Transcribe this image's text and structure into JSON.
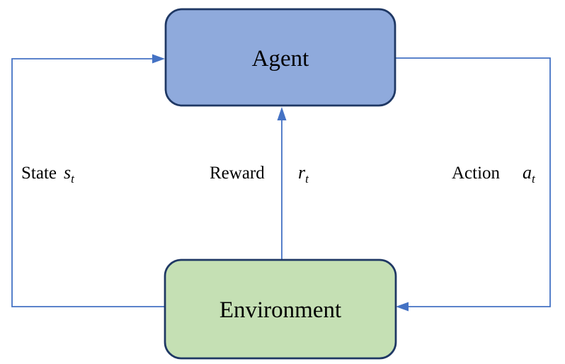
{
  "diagram": {
    "type": "flow-diagram",
    "topic": "reinforcement-learning-loop",
    "nodes": {
      "agent": {
        "label": "Agent"
      },
      "environment": {
        "label": "Environment"
      }
    },
    "edges": {
      "state": {
        "label": "State",
        "var": "s",
        "sub": "t",
        "from": "environment",
        "to": "agent"
      },
      "reward": {
        "label": "Reward",
        "var": "r",
        "sub": "t",
        "from": "environment",
        "to": "agent"
      },
      "action": {
        "label": "Action",
        "var": "a",
        "sub": "t",
        "from": "agent",
        "to": "environment"
      }
    },
    "colors": {
      "agent_fill": "#8FAADC",
      "environment_fill": "#C5E0B4",
      "node_border": "#1F3864",
      "arrow": "#4472C4",
      "text": "#000000",
      "background": "#FFFFFF"
    }
  }
}
